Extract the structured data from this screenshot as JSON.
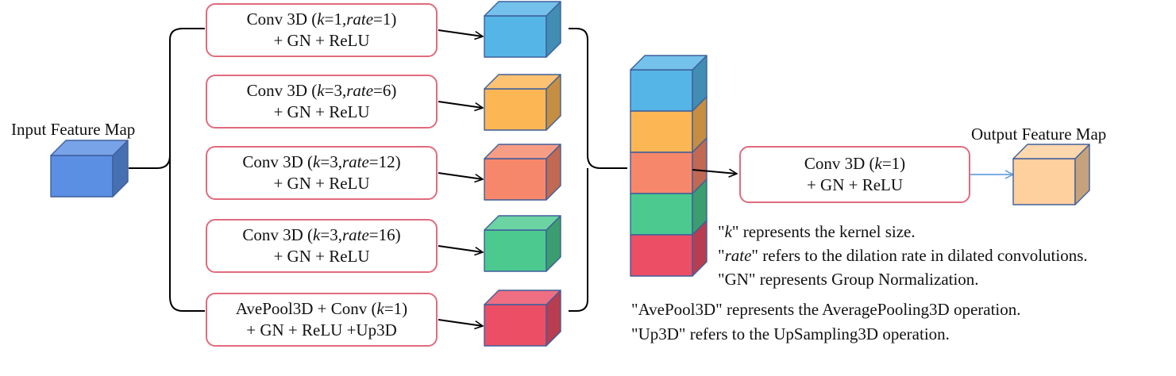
{
  "input": {
    "label": "Input Feature Map",
    "color": "#5b8fe4"
  },
  "output": {
    "label": "Output Feature Map",
    "color": "#fdd09e"
  },
  "branches": [
    {
      "pre": "Conv 3D (",
      "k": "k",
      "mid": "=1,",
      "rate": "rate",
      "post": "=1)",
      "line2": "+ GN + ReLU",
      "color": "#55b5e6"
    },
    {
      "pre": "Conv 3D (",
      "k": "k",
      "mid": "=3,",
      "rate": "rate",
      "post": "=6)",
      "line2": "+ GN + ReLU",
      "color": "#fdb654"
    },
    {
      "pre": "Conv 3D (",
      "k": "k",
      "mid": "=3,",
      "rate": "rate",
      "post": "=12)",
      "line2": "+ GN + ReLU",
      "color": "#f7876a"
    },
    {
      "pre": "Conv 3D (",
      "k": "k",
      "mid": "=3,",
      "rate": "rate",
      "post": "=16)",
      "line2": "+ GN + ReLU",
      "color": "#4cc98f"
    },
    {
      "pre": "AvePool3D + Conv (",
      "k": "k",
      "mid": "=1)",
      "rate": "",
      "post": "",
      "line2": "+ GN + ReLU +Up3D",
      "color": "#ec4e66"
    }
  ],
  "final": {
    "pre": "Conv 3D (",
    "k": "k",
    "post": "=1)",
    "line2": "+ GN + ReLU"
  },
  "notes": {
    "k_q": "k",
    "k_rest": "\" represents the kernel size.",
    "rate_q": "rate",
    "rate_rest": "\" refers to the dilation rate in dilated convolutions.",
    "gn": "\"GN\" represents Group Normalization.",
    "avepool": "\"AvePool3D\" represents the AveragePooling3D operation.",
    "up3d": "\"Up3D\" refers to the UpSampling3D operation."
  },
  "colors": {
    "box_border": "#e06b7d",
    "arrow": "#000000",
    "output_arrow": "#6a9fe0"
  }
}
